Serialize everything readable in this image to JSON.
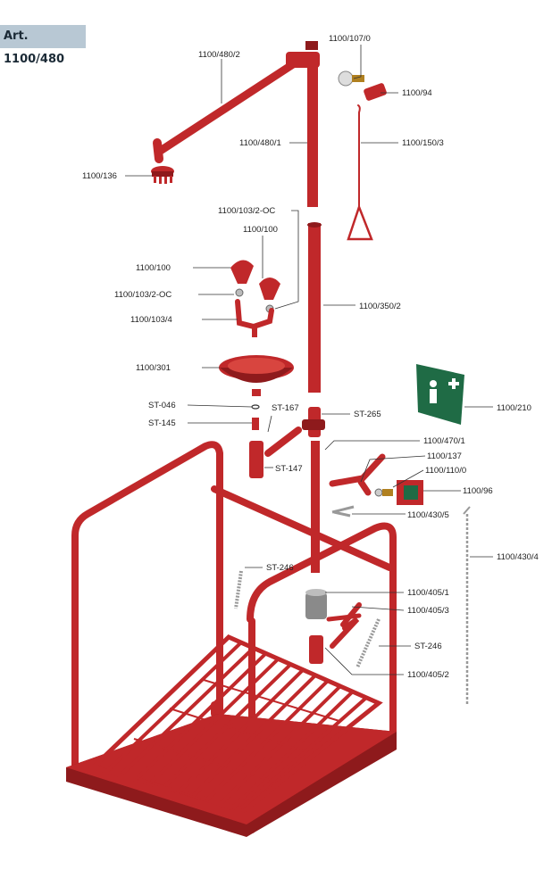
{
  "header": {
    "article": "Art. 1100/480"
  },
  "colors": {
    "frame": "#c0282a",
    "frame_dark": "#8e1a1c",
    "sign_green": "#1f6b45"
  },
  "icons": [
    "eye-wash-shower-sign-icon",
    "first-aid-sign-icon"
  ],
  "parts": {
    "p1100_107_0": "1100/107/0",
    "p1100_480_2": "1100/480/2",
    "p1100_94": "1100/94",
    "p1100_480_1": "1100/480/1",
    "p1100_150_3": "1100/150/3",
    "p1100_136": "1100/136",
    "p1100_103_2_oc_top": "1100/103/2-OC",
    "p1100_100_right": "1100/100",
    "p1100_100_left": "1100/100",
    "p1100_103_2_oc_left": "1100/103/2-OC",
    "p1100_350_2": "1100/350/2",
    "p1100_103_4": "1100/103/4",
    "p1100_301": "1100/301",
    "p1100_210": "1100/210",
    "st_046": "ST-046",
    "st_167": "ST-167",
    "st_265": "ST-265",
    "st_145": "ST-145",
    "p1100_470_1": "1100/470/1",
    "p1100_137": "1100/137",
    "st_147": "ST-147",
    "p1100_110_0": "1100/110/0",
    "p1100_96": "1100/96",
    "p1100_430_5": "1100/430/5",
    "p1100_430_4": "1100/430/4",
    "st_246_left": "ST-246",
    "p1100_405_1": "1100/405/1",
    "p1100_405_3": "1100/405/3",
    "st_246_right": "ST-246",
    "p1100_405_2": "1100/405/2"
  }
}
